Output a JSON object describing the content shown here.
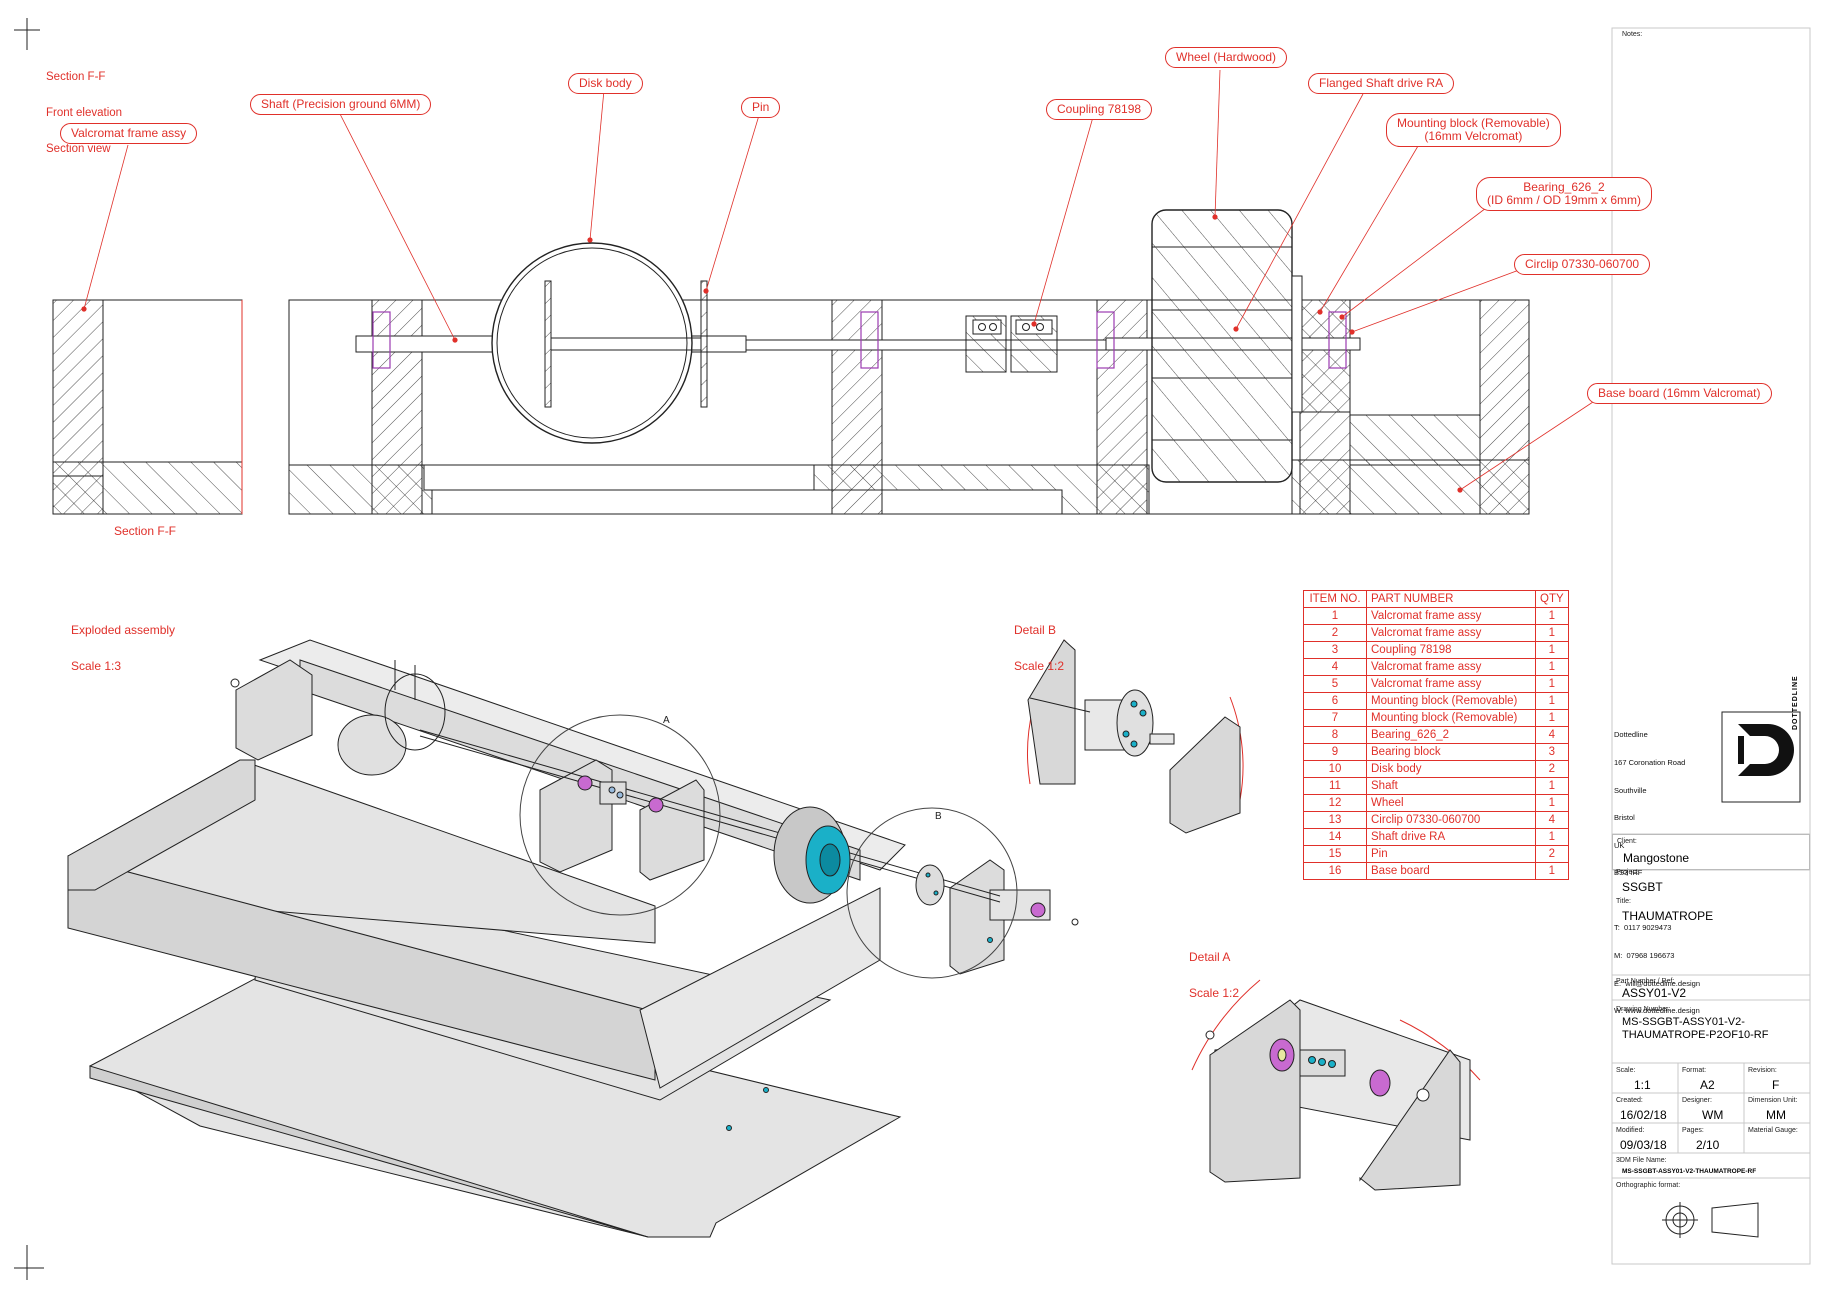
{
  "section": {
    "heading_line1": "Section F-F",
    "heading_line2": "Front elevation",
    "heading_line3": "Section view",
    "caption": "Section F-F"
  },
  "callouts": {
    "valcromat": "Valcromat frame assy",
    "shaft": "Shaft (Precision ground 6MM)",
    "disk_body": "Disk body",
    "pin": "Pin",
    "coupling": "Coupling 78198",
    "wheel": "Wheel (Hardwood)",
    "flanged": "Flanged Shaft drive RA",
    "mounting_line1": "Mounting block (Removable)",
    "mounting_line2": "(16mm Velcromat)",
    "bearing_line1": "Bearing_626_2",
    "bearing_line2": "(ID 6mm / OD 19mm x 6mm)",
    "circlip": "Circlip 07330-060700",
    "base_board": "Base board (16mm Valcromat)"
  },
  "views": {
    "exploded_line1": "Exploded assembly",
    "exploded_line2": "Scale 1:3",
    "detail_b_line1": "Detail B",
    "detail_b_line2": "Scale 1:2",
    "detail_a_line1": "Detail A",
    "detail_a_line2": "Scale 1:2",
    "marker_a": "A",
    "marker_b": "B"
  },
  "parts_table": {
    "headers": [
      "ITEM NO.",
      "PART NUMBER",
      "QTY"
    ],
    "rows": [
      [
        "1",
        "Valcromat frame assy",
        "1"
      ],
      [
        "2",
        "Valcromat frame assy",
        "1"
      ],
      [
        "3",
        "Coupling 78198",
        "1"
      ],
      [
        "4",
        "Valcromat frame assy",
        "1"
      ],
      [
        "5",
        "Valcromat frame assy",
        "1"
      ],
      [
        "6",
        "Mounting block (Removable)",
        "1"
      ],
      [
        "7",
        "Mounting block (Removable)",
        "1"
      ],
      [
        "8",
        "Bearing_626_2",
        "4"
      ],
      [
        "9",
        "Bearing block",
        "3"
      ],
      [
        "10",
        "Disk body",
        "2"
      ],
      [
        "11",
        "Shaft",
        "1"
      ],
      [
        "12",
        "Wheel",
        "1"
      ],
      [
        "13",
        "Circlip 07330-060700",
        "4"
      ],
      [
        "14",
        "Shaft drive RA",
        "1"
      ],
      [
        "15",
        "Pin",
        "2"
      ],
      [
        "16",
        "Base board",
        "1"
      ]
    ]
  },
  "title_block": {
    "notes_label": "Notes:",
    "company_name": "Dottedline",
    "address1": "167 Coronation Road",
    "address2": "Southville",
    "address3": "Bristol",
    "address4": "UK",
    "address5": "BS3 IRF",
    "tel": "T:  0117 9029473",
    "mobile": "M:  07968 196673",
    "email": "E:  will@dottedline.design",
    "web": "W: www.dottedline.design",
    "logo_text": "DOTTEDLINE",
    "client_label": "Client:",
    "client": "Mangostone",
    "project_label": "Project:",
    "project": "SSGBT",
    "title_label": "Title:",
    "title": "THAUMATROPE",
    "part_label": "Part Number / Ref:",
    "part": "ASSY01-V2",
    "drawing_label": "Drawing Number:",
    "drawing_line1": "MS-SSGBT-ASSY01-V2-",
    "drawing_line2": "THAUMATROPE-P2OF10-RF",
    "scale_label": "Scale:",
    "scale": "1:1",
    "format_label": "Format:",
    "format": "A2",
    "revision_label": "Revision:",
    "revision": "F",
    "created_label": "Created:",
    "created": "16/02/18",
    "designer_label": "Designer:",
    "designer": "WM",
    "units_label": "Dimension Unit:",
    "units": "MM",
    "modified_label": "Modified:",
    "modified": "09/03/18",
    "pages_label": "Pages:",
    "pages": "2/10",
    "gauge_label": "Material Gauge:",
    "file_label": "3DM File Name:",
    "file": "MS-SSGBT-ASSY01-V2-THAUMATROPE-RF",
    "ortho_label": "Orthographic format:"
  },
  "colors": {
    "accent": "#e0302a",
    "line": "#1a1a1a",
    "part_fill": "#e4e4e4",
    "bearing": "#9b3bb0",
    "highlight": "#1ab0c8"
  }
}
